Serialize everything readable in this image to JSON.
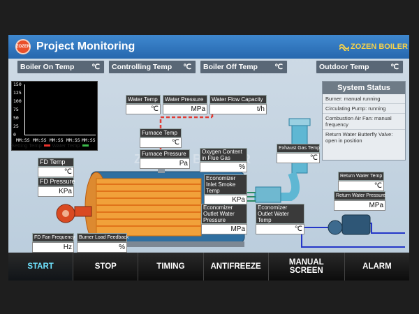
{
  "header": {
    "title": "Project Monitoring",
    "logo_text": "ZOZEN",
    "brand": "ZOZEN BOILER"
  },
  "temps": [
    {
      "label": "Boiler On Temp",
      "unit": "℃"
    },
    {
      "label": "Controlling Temp",
      "unit": "℃"
    },
    {
      "label": "Boiler Off Temp",
      "unit": "℃"
    },
    {
      "label": "Outdoor Temp",
      "unit": "℃"
    }
  ],
  "chart": {
    "ticks": [
      "150",
      "125",
      "100",
      "75",
      "50",
      "25",
      "0"
    ],
    "time_labels": [
      "MM:SS",
      "MM:SS",
      "MM:SS",
      "MM:SS",
      "MM:SS"
    ],
    "legend": [
      {
        "name": "Setting Temp",
        "color": "#e8312c"
      },
      {
        "name": "Water Temp",
        "color": "#3bb94a"
      }
    ]
  },
  "readings": {
    "water_temp": {
      "label": "Water Temp",
      "unit": "℃"
    },
    "water_pressure": {
      "label": "Water Pressure",
      "unit": "MPa"
    },
    "water_flow": {
      "label": "Water Flow Capacity",
      "unit": "t/h"
    },
    "furnace_temp": {
      "label": "Furnace Temp",
      "unit": "℃"
    },
    "furnace_pressure": {
      "label": "Furnace Pressure",
      "unit": "Pa"
    },
    "oxygen": {
      "label": "Oxygen Content in Flue Gas",
      "unit": "%"
    },
    "eco_inlet": {
      "label": "Economizer Inlet Smoke Temp",
      "unit": "KPa"
    },
    "eco_outlet_pressure": {
      "label": "Economizer Outlet Water Pressure",
      "unit": "MPa"
    },
    "eco_outlet_temp": {
      "label": "Economizer Outlet Water Temp",
      "unit": "℃"
    },
    "exhaust": {
      "label": "Exhaust Gas Temp",
      "unit": "℃"
    },
    "return_temp": {
      "label": "Return Water Temp",
      "unit": "℃"
    },
    "return_pressure": {
      "label": "Return Water Pressure",
      "unit": "MPa"
    },
    "fd_temp": {
      "label": "FD Temp",
      "unit": "℃"
    },
    "fd_pressure": {
      "label": "FD Pressure",
      "unit": "KPa"
    },
    "fd_freq": {
      "label": "FD Fan Frequency",
      "unit": "Hz"
    },
    "burner_load": {
      "label": "Burner Load Feedback",
      "unit": "%"
    }
  },
  "status": {
    "title": "System Status",
    "lines": [
      "Burner: manual running",
      "Circulating Pump: running",
      "Combustion Air Fan: manual frequency",
      "Return Water Butterfly Valve: open in position"
    ]
  },
  "watermark": "ZOZEN BOILER",
  "nav": [
    "START",
    "STOP",
    "TIMING",
    "ANTIFREEZE",
    "MANUAL SCREEN",
    "ALARM"
  ]
}
